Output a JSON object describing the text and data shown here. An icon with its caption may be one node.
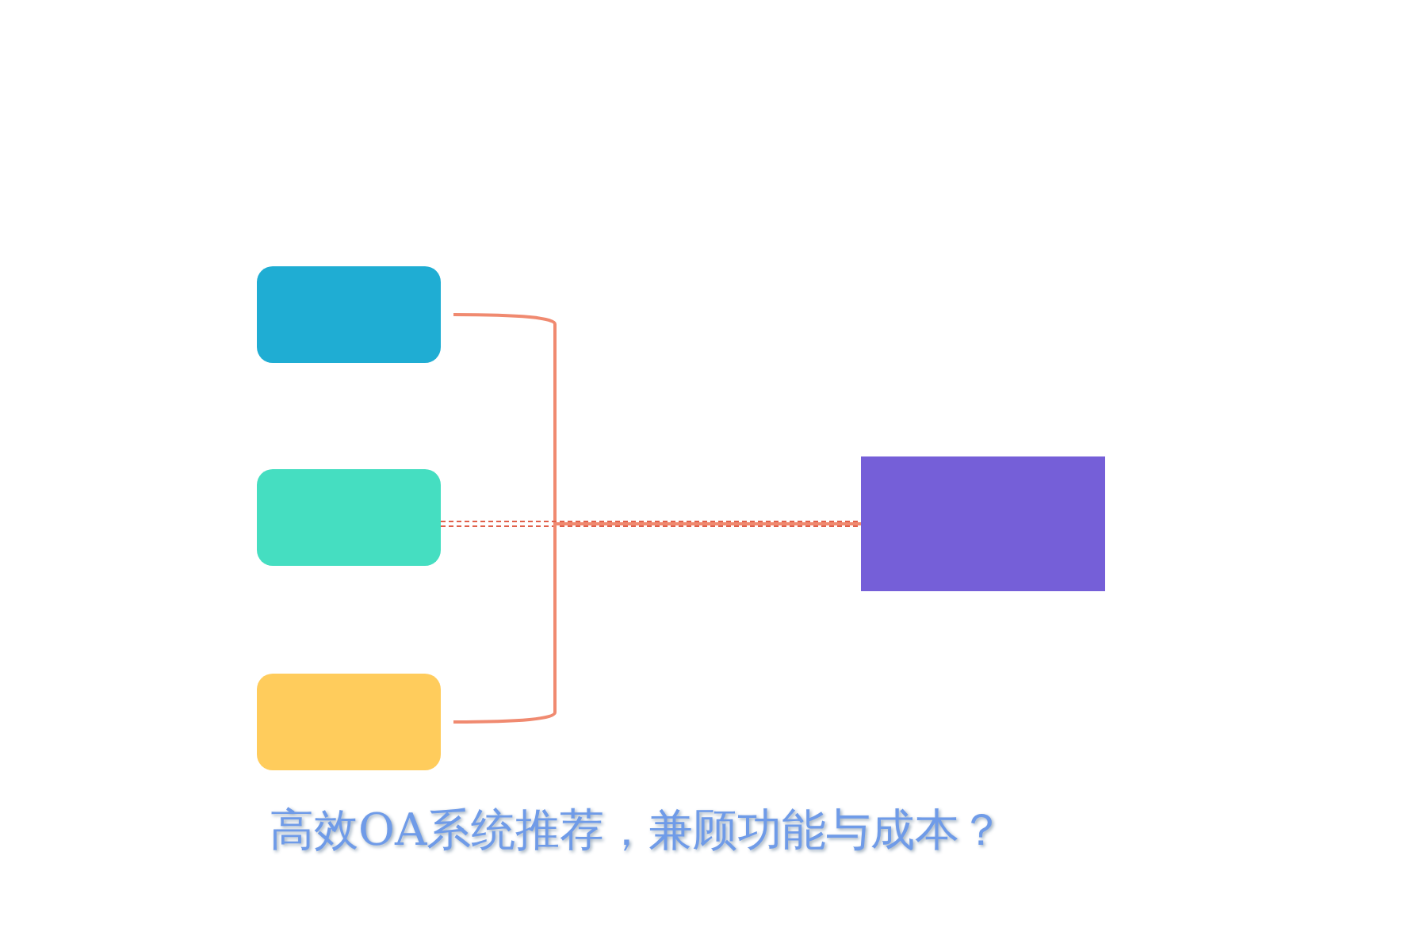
{
  "diagram": {
    "caption": "高效OA系统推荐，兼顾功能与成本？",
    "nodes": [
      {
        "text": [],
        "shape": "box"
      },
      {
        "text": [],
        "shape": "box"
      },
      {
        "text": [],
        "shape": "box"
      },
      {
        "text": [],
        "shape": "box"
      }
    ],
    "edges": [
      {
        "from": 0,
        "to": 3,
        "arrow": "none"
      },
      {
        "from": 1,
        "to": 3,
        "arrow": "none",
        "style": "dashed",
        "color": "#e0604a"
      },
      {
        "from": 2,
        "to": 3,
        "arrow": "none"
      }
    ]
  }
}
